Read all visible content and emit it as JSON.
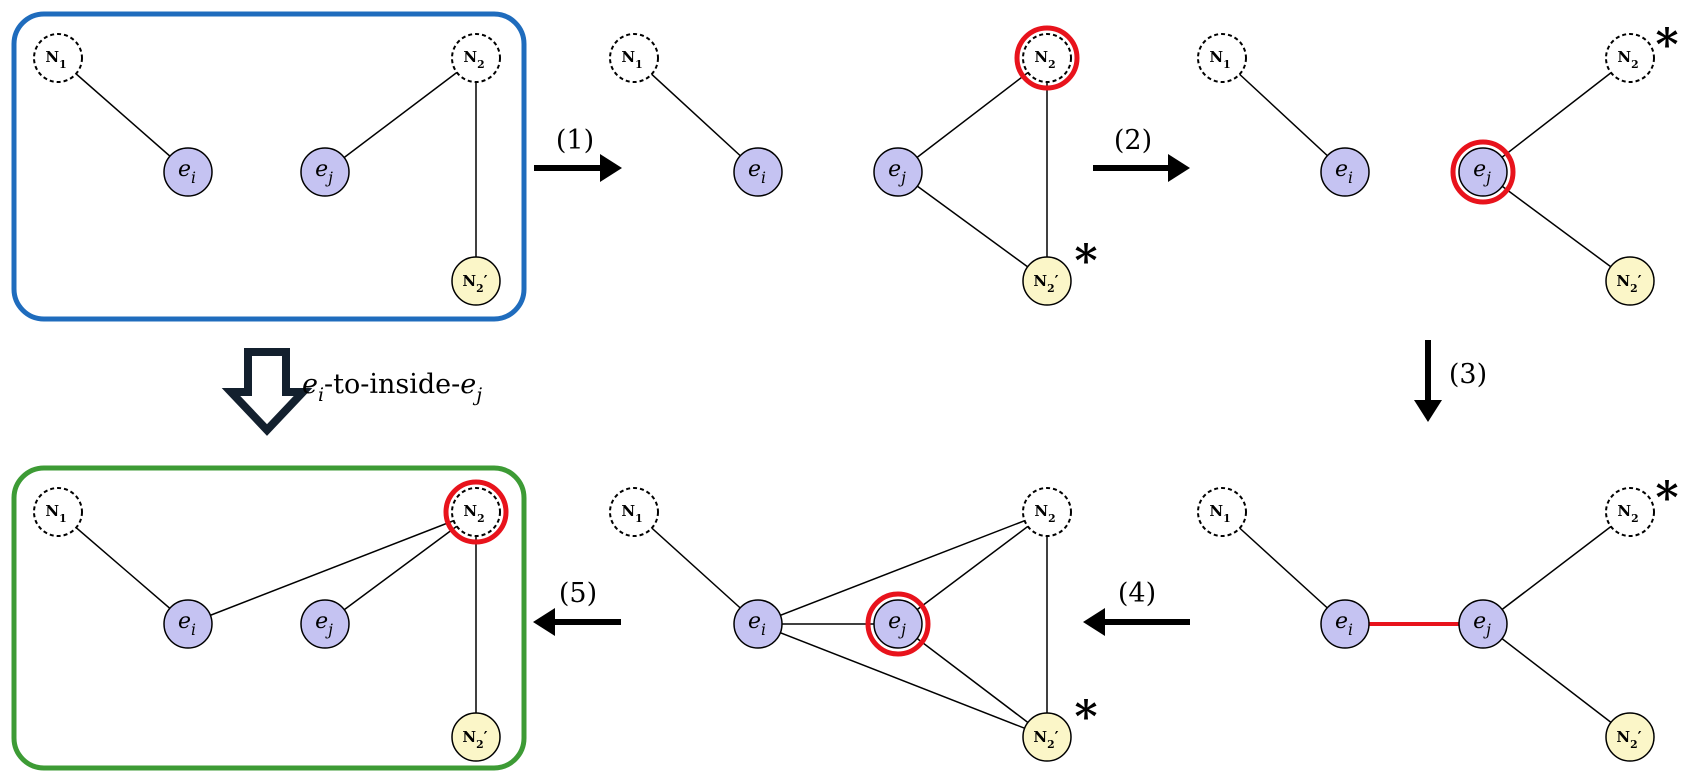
{
  "labels": {
    "n1": "N",
    "n1_sub": "1",
    "n2": "N",
    "n2_sub": "2",
    "n2p_sub": "2",
    "n2p_prime": "′",
    "e": "e",
    "ei_sub": "i",
    "ej_sub": "j",
    "star": "*"
  },
  "steps": [
    "(1)",
    "(2)",
    "(3)",
    "(4)",
    "(5)"
  ],
  "transform": {
    "prefix": "e",
    "prefix_sub": "i",
    "middle": "-to-inside-",
    "suffix": "e",
    "suffix_sub": "j"
  },
  "colors": {
    "entity_fill": "#c5c3f2",
    "prime_fill": "#fbf6c8",
    "highlight": "#e8131c",
    "input_box": "#1f6cbd",
    "output_box": "#3d9b35",
    "edge": "#000000"
  }
}
